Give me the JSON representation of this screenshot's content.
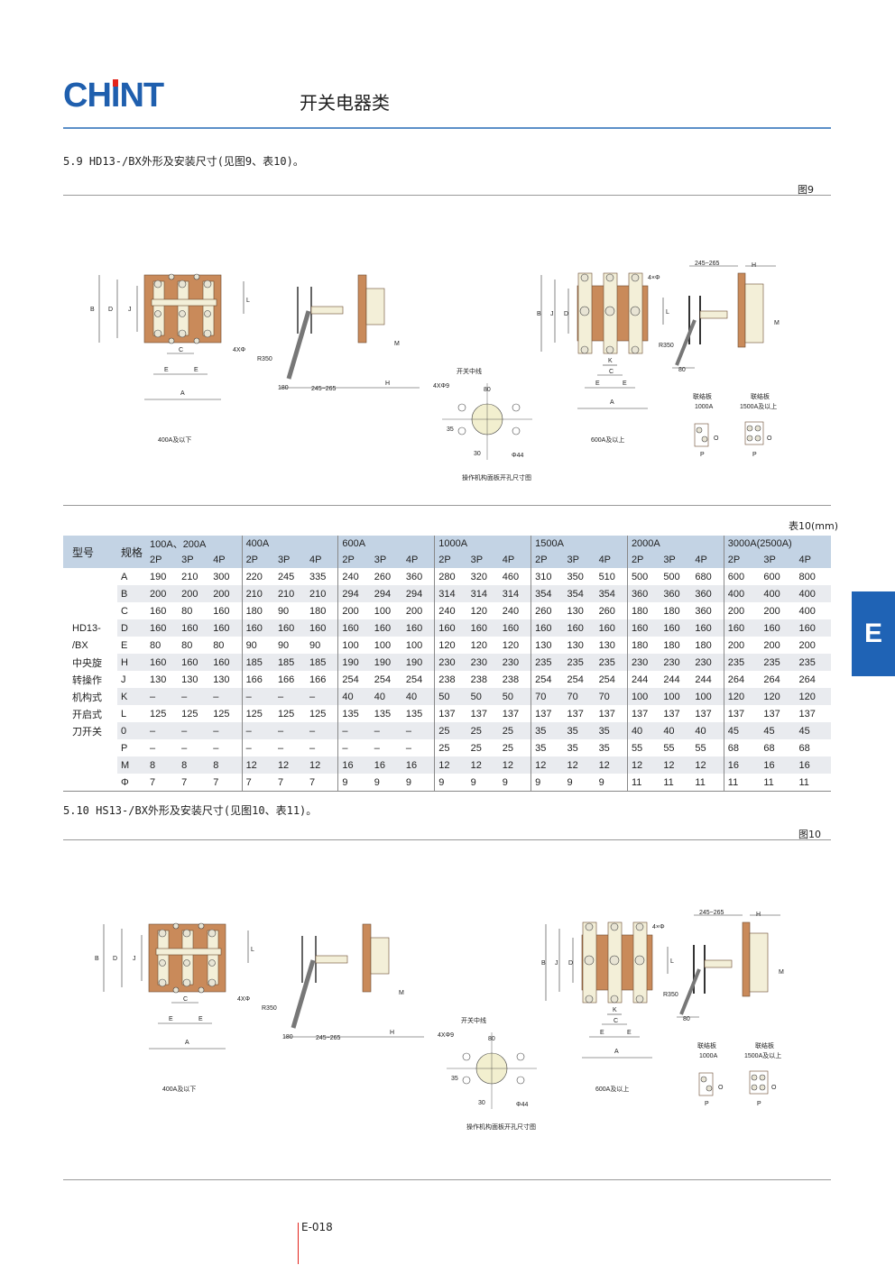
{
  "header": {
    "logo": "CHINT",
    "category": "开关电器类"
  },
  "section1": {
    "title": "5.9 HD13-/BX外形及安装尺寸(见图9、表10)。",
    "figure_label": "图9"
  },
  "section2": {
    "title": "5.10 HS13-/BX外形及安装尺寸(见图10、表11)。",
    "figure_label": "图10"
  },
  "figure": {
    "small_caption": "400A及以下",
    "large_caption": "600A及以上",
    "cutout_title": "开关中线",
    "cutout_caption": "操作机构面板开孔尺寸图",
    "link_plate": "联结板",
    "link_1000": "1000A",
    "link_1500": "1500A及以上",
    "dims": {
      "A": "A",
      "B": "B",
      "C": "C",
      "D": "D",
      "E": "E",
      "J": "J",
      "L": "L",
      "H": "H",
      "K": "K",
      "M": "M",
      "P": "P",
      "O": "O",
      "holes_small": "4XΦ",
      "holes_large": "4×Φ",
      "radius": "R350",
      "d180": "180",
      "range": "245~265",
      "d80": "80",
      "d35": "35",
      "d30": "30",
      "dia44": "Φ44",
      "holes9": "4XΦ9"
    }
  },
  "table": {
    "caption": "表10(mm)",
    "model_header": "型号",
    "spec_header": "规格",
    "groups": [
      "100A、200A",
      "400A",
      "600A",
      "1000A",
      "1500A",
      "2000A",
      "3000A(2500A)"
    ],
    "poles": [
      "2P",
      "3P",
      "4P"
    ],
    "model_lines": [
      "",
      "",
      "",
      "HD13-",
      "/BX",
      "中央旋",
      "转操作",
      "机构式",
      "开启式",
      "刀开关",
      "",
      "",
      ""
    ],
    "rows": [
      {
        "k": "A",
        "v": [
          "190",
          "210",
          "300",
          "220",
          "245",
          "335",
          "240",
          "260",
          "360",
          "280",
          "320",
          "460",
          "310",
          "350",
          "510",
          "500",
          "500",
          "680",
          "600",
          "600",
          "800"
        ]
      },
      {
        "k": "B",
        "v": [
          "200",
          "200",
          "200",
          "210",
          "210",
          "210",
          "294",
          "294",
          "294",
          "314",
          "314",
          "314",
          "354",
          "354",
          "354",
          "360",
          "360",
          "360",
          "400",
          "400",
          "400"
        ]
      },
      {
        "k": "C",
        "v": [
          "160",
          "80",
          "160",
          "180",
          "90",
          "180",
          "200",
          "100",
          "200",
          "240",
          "120",
          "240",
          "260",
          "130",
          "260",
          "180",
          "180",
          "360",
          "200",
          "200",
          "400"
        ]
      },
      {
        "k": "D",
        "v": [
          "160",
          "160",
          "160",
          "160",
          "160",
          "160",
          "160",
          "160",
          "160",
          "160",
          "160",
          "160",
          "160",
          "160",
          "160",
          "160",
          "160",
          "160",
          "160",
          "160",
          "160"
        ]
      },
      {
        "k": "E",
        "v": [
          "80",
          "80",
          "80",
          "90",
          "90",
          "90",
          "100",
          "100",
          "100",
          "120",
          "120",
          "120",
          "130",
          "130",
          "130",
          "180",
          "180",
          "180",
          "200",
          "200",
          "200"
        ]
      },
      {
        "k": "H",
        "v": [
          "160",
          "160",
          "160",
          "185",
          "185",
          "185",
          "190",
          "190",
          "190",
          "230",
          "230",
          "230",
          "235",
          "235",
          "235",
          "230",
          "230",
          "230",
          "235",
          "235",
          "235"
        ]
      },
      {
        "k": "J",
        "v": [
          "130",
          "130",
          "130",
          "166",
          "166",
          "166",
          "254",
          "254",
          "254",
          "238",
          "238",
          "238",
          "254",
          "254",
          "254",
          "244",
          "244",
          "244",
          "264",
          "264",
          "264"
        ]
      },
      {
        "k": "K",
        "v": [
          "–",
          "–",
          "–",
          "–",
          "–",
          "–",
          "40",
          "40",
          "40",
          "50",
          "50",
          "50",
          "70",
          "70",
          "70",
          "100",
          "100",
          "100",
          "120",
          "120",
          "120"
        ]
      },
      {
        "k": "L",
        "v": [
          "125",
          "125",
          "125",
          "125",
          "125",
          "125",
          "135",
          "135",
          "135",
          "137",
          "137",
          "137",
          "137",
          "137",
          "137",
          "137",
          "137",
          "137",
          "137",
          "137",
          "137"
        ]
      },
      {
        "k": "0",
        "v": [
          "–",
          "–",
          "–",
          "–",
          "–",
          "–",
          "–",
          "–",
          "–",
          "25",
          "25",
          "25",
          "35",
          "35",
          "35",
          "40",
          "40",
          "40",
          "45",
          "45",
          "45"
        ]
      },
      {
        "k": "P",
        "v": [
          "–",
          "–",
          "–",
          "–",
          "–",
          "–",
          "–",
          "–",
          "–",
          "25",
          "25",
          "25",
          "35",
          "35",
          "35",
          "55",
          "55",
          "55",
          "68",
          "68",
          "68"
        ]
      },
      {
        "k": "M",
        "v": [
          "8",
          "8",
          "8",
          "12",
          "12",
          "12",
          "16",
          "16",
          "16",
          "12",
          "12",
          "12",
          "12",
          "12",
          "12",
          "12",
          "12",
          "12",
          "16",
          "16",
          "16"
        ]
      },
      {
        "k": "Φ",
        "v": [
          "7",
          "7",
          "7",
          "7",
          "7",
          "7",
          "9",
          "9",
          "9",
          "9",
          "9",
          "9",
          "9",
          "9",
          "9",
          "11",
          "11",
          "11",
          "11",
          "11",
          "11"
        ]
      }
    ]
  },
  "side_tab": "E",
  "footer": {
    "page": "E-018"
  },
  "colors": {
    "brand": "#1f5fae",
    "plate": "#c98a5a",
    "header_bg": "#c3d3e4",
    "tab": "#1f63b5"
  }
}
